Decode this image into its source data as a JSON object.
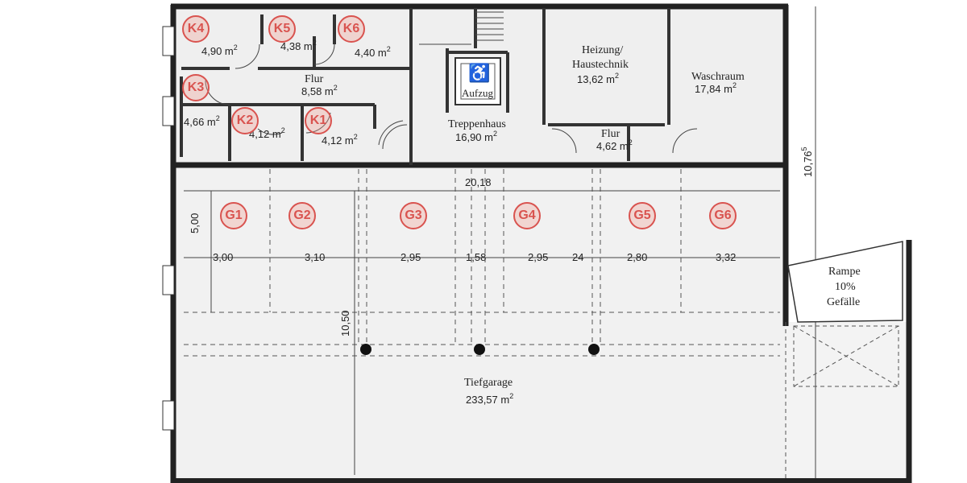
{
  "rooms": {
    "k4_area": "4,90 m",
    "k5_area": "4,38 m",
    "k6_area": "4,40 m",
    "k3_area": "4,66 m",
    "k2_area": "4,12 m",
    "k1_area": "4,12 m",
    "flur_left_name": "Flur",
    "flur_left_area": "8,58 m",
    "aufzug": "Aufzug",
    "treppenhaus_name": "Treppenhaus",
    "treppenhaus_area": "16,90 m",
    "heizung_name_1": "Heizung/",
    "heizung_name_2": "Haustechnik",
    "heizung_area": "13,62 m",
    "waschraum_name": "Waschraum",
    "waschraum_area": "17,84 m",
    "flur_right_name": "Flur",
    "flur_right_area": "4,62 m",
    "tiefgarage_name": "Tiefgarage",
    "tiefgarage_area": "233,57 m",
    "rampe_1": "Rampe",
    "rampe_2": "10%",
    "rampe_3": "Gefälle",
    "sq": "2"
  },
  "markers": {
    "k4": "K4",
    "k5": "K5",
    "k6": "K6",
    "k3": "K3",
    "k2": "K2",
    "k1": "K1",
    "g1": "G1",
    "g2": "G2",
    "g3": "G3",
    "g4": "G4",
    "g5": "G5",
    "g6": "G6"
  },
  "dimensions": {
    "total_width": "20,18",
    "bay_depth": "5,00",
    "garage_depth": "10,50",
    "building_depth": "10,76",
    "building_depth_sup": "5",
    "g1_w": "3,00",
    "g2_w": "3,10",
    "g3_w": "2,95",
    "mid_w": "1,58",
    "g4_w": "2,95",
    "col_w": "24",
    "g5_w": "2,80",
    "g6_w": "3,32"
  }
}
